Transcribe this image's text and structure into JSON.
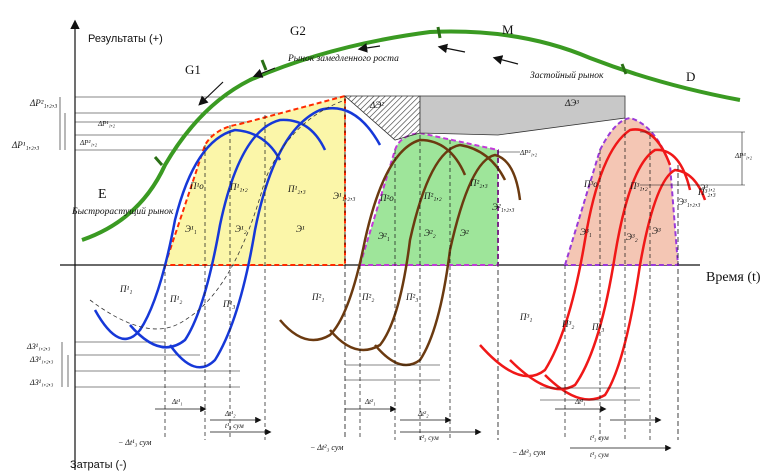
{
  "axes": {
    "y_top_label": "Результаты (+)",
    "y_bottom_label": "Затраты (-)",
    "x_label": "Время (t)"
  },
  "lifecycle_curve": {
    "labels": {
      "emerging": "E",
      "growth_1": "G1",
      "growth_2": "G2",
      "maturity": "M",
      "decline": "D"
    },
    "phase_labels": {
      "fast_growth": "Быстрорастущий рынок",
      "slow_growth": "Рынок замедленного роста",
      "stagnant": "Застойный рынок"
    },
    "colors": {
      "curve": "#3a9a22",
      "arrows": "#111111"
    }
  },
  "generations": [
    {
      "fill_color": "#fbf6a9",
      "border_color": "#ff2a00",
      "curve_color": "#1638d8",
      "inner_labels": [
        "П¹о",
        "П¹₁,₂",
        "П¹₂,₃",
        "Э¹₁,₂,₃",
        "Э¹₁",
        "Э¹₂",
        "Э¹"
      ],
      "lower_labels": [
        "П¹₁",
        "П¹₂",
        "П¹₃"
      ]
    },
    {
      "fill_color": "#9ee59a",
      "border_color": "#c23ad8",
      "curve_color": "#6b3a10",
      "inner_labels": [
        "П²о",
        "П²₁,₂",
        "П²₂,₃",
        "Э²₁,₂,₃",
        "Э²₁",
        "Э²₂",
        "Э²"
      ],
      "lower_labels": [
        "П²₁",
        "П²₂",
        "П²₃"
      ]
    },
    {
      "fill_color": "#f4c6b4",
      "border_color": "#9a3ad8",
      "curve_color": "#f01818",
      "inner_labels": [
        "П³о",
        "П³₁,₂",
        "П³₂,₃",
        "Э³₁,₂,₃",
        "Э³₁",
        "Э³₂",
        "Э³"
      ],
      "lower_labels": [
        "П³₁",
        "П³₂",
        "П³₃"
      ]
    }
  ],
  "left_annotations": {
    "result_delta_top": "ΔP²₁,₂,₃",
    "result_delta_mid": "ΔP¹₁,₂,₃",
    "result_delta_small": "ΔP¹₁,₂",
    "result_delta_small2": "ΔP²₁,₂",
    "cost_delta_1": "ΔЗ¹₁,₂,₃",
    "cost_delta_2": "ΔЗ¹₁,₂,₃",
    "cost_delta_3": "ΔЗ¹₁,₂,₃"
  },
  "right_annotations": {
    "gen2_delta": "ΔP²₁,₂",
    "gen3_delta": "ΔP³₁,₂",
    "gen3_label": "Э³₁,₂"
  },
  "shaded_regions": {
    "label_left": "ΔЭ²",
    "label_right": "ΔЭ³"
  },
  "timing_labels": {
    "dt1": "Δt¹₁",
    "dt2": "Δt¹₂",
    "dt_sum": "t¹₃ сум",
    "dt_sum2": "t²₃ сум",
    "dt3": "Δt²₁",
    "dt4": "Δt²₂",
    "dt_last": "Δt³₁",
    "minus_dt_1": "− Δt¹₃ сум",
    "minus_dt_2": "− Δt²₃ сум",
    "minus_dt_3": "− Δt³₃ сум",
    "dt_sum3": "t³₃ сум",
    "dt_sum4": "t³₃ сум"
  }
}
